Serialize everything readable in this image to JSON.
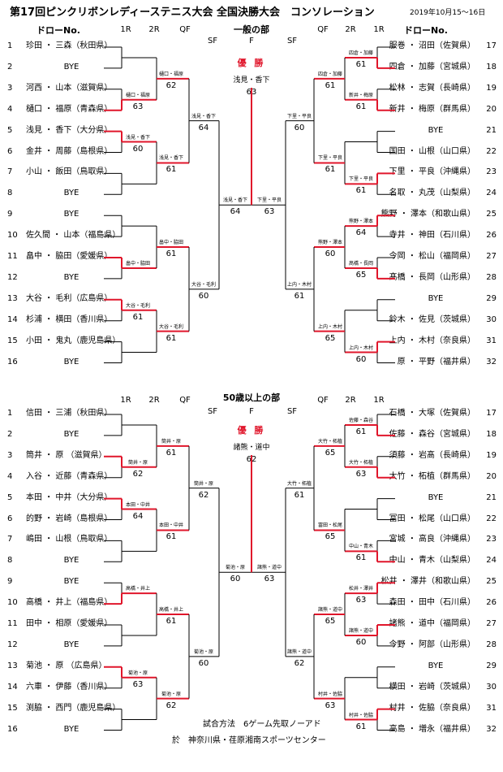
{
  "title": "第17回ピンクリボンレディーステニス大会 全国決勝大会　コンソレーション",
  "date": "2019年10月15～16日",
  "labels": {
    "draw_no": "ドローNo.",
    "r1": "1R",
    "r2": "2R",
    "qf": "QF",
    "sf": "SF",
    "f": "F",
    "winner": "優 勝"
  },
  "sections": [
    {
      "name": "一般の部",
      "champion": "浅見・香下",
      "champion_score": "63",
      "left": [
        {
          "no": "1",
          "name": "珍田 ・ 三森（秋田県）"
        },
        {
          "no": "2",
          "name": "BYE"
        },
        {
          "no": "3",
          "name": "河西 ・ 山本（滋賀県）"
        },
        {
          "no": "4",
          "name": "樋口 ・ 福原（青森県）"
        },
        {
          "no": "5",
          "name": "浅見 ・ 香下（大分県）"
        },
        {
          "no": "6",
          "name": "金井 ・ 周藤（島根県）"
        },
        {
          "no": "7",
          "name": "小山 ・ 飯田（鳥取県）"
        },
        {
          "no": "8",
          "name": "BYE"
        },
        {
          "no": "9",
          "name": "BYE"
        },
        {
          "no": "10",
          "name": "佐久間 ・ 山本（福島県）"
        },
        {
          "no": "11",
          "name": "畠中 ・ 脇田（愛媛県）"
        },
        {
          "no": "12",
          "name": "BYE"
        },
        {
          "no": "13",
          "name": "大谷 ・ 毛利（広島県）"
        },
        {
          "no": "14",
          "name": "杉浦 ・ 横田（香川県）"
        },
        {
          "no": "15",
          "name": "小田 ・ 鬼丸（鹿児島県）"
        },
        {
          "no": "16",
          "name": "BYE"
        }
      ],
      "right": [
        {
          "no": "17",
          "name": "服巻 ・ 沼田（佐賀県）"
        },
        {
          "no": "18",
          "name": "四倉 ・ 加藤（宮城県）"
        },
        {
          "no": "19",
          "name": "松林 ・ 志賀（長崎県）"
        },
        {
          "no": "20",
          "name": "新井 ・ 梅原（群馬県）"
        },
        {
          "no": "21",
          "name": "BYE"
        },
        {
          "no": "22",
          "name": "国田 ・ 山根（山口県）"
        },
        {
          "no": "23",
          "name": "下里 ・ 平良（沖縄県）"
        },
        {
          "no": "24",
          "name": "名取 ・ 丸茂（山梨県）"
        },
        {
          "no": "25",
          "name": "熊野 ・ 澤本（和歌山県）"
        },
        {
          "no": "26",
          "name": "寺井 ・ 神田（石川県）"
        },
        {
          "no": "27",
          "name": "今岡 ・ 松山（福岡県）"
        },
        {
          "no": "28",
          "name": "髙橋 ・ 長岡（山形県）"
        },
        {
          "no": "29",
          "name": "BYE"
        },
        {
          "no": "30",
          "name": "鈴木 ・ 佐見（茨城県）"
        },
        {
          "no": "31",
          "name": "上内 ・ 木村（奈良県）"
        },
        {
          "no": "32",
          "name": "原 ・ 平野（福井県）"
        }
      ],
      "results": {
        "L_r1": [
          {
            "w": "",
            "s": ""
          },
          {
            "w": "樋口・福原",
            "s": "63"
          },
          {
            "w": "浅見・香下",
            "s": "60"
          },
          {
            "w": "",
            "s": ""
          },
          {
            "w": "",
            "s": ""
          },
          {
            "w": "畠中・脇田",
            "s": ""
          },
          {
            "w": "大谷・毛利",
            "s": "61"
          },
          {
            "w": "",
            "s": ""
          }
        ],
        "L_r2": [
          {
            "w": "樋口・福原",
            "s": "62"
          },
          {
            "w": "浅見・香下",
            "s": "61"
          },
          {
            "w": "畠中・脇田",
            "s": "61"
          },
          {
            "w": "大谷・毛利",
            "s": "61"
          }
        ],
        "L_qf": [
          {
            "w": "浅見・香下",
            "s": "64"
          },
          {
            "w": "大谷・毛利",
            "s": "60"
          }
        ],
        "L_sf": {
          "w": "浅見・香下",
          "s": "64"
        },
        "R_r1": [
          {
            "w": "四倉・加藤",
            "s": "61"
          },
          {
            "w": "新井・梅原",
            "s": "61"
          },
          {
            "w": "",
            "s": ""
          },
          {
            "w": "下里・平良",
            "s": "61"
          },
          {
            "w": "熊野・澤本",
            "s": "64"
          },
          {
            "w": "髙橋・長岡",
            "s": "65"
          },
          {
            "w": "",
            "s": ""
          },
          {
            "w": "上内・木村",
            "s": "60"
          }
        ],
        "R_r2": [
          {
            "w": "四倉・加藤",
            "s": "61"
          },
          {
            "w": "下里・平良",
            "s": "61"
          },
          {
            "w": "熊野・澤本",
            "s": "60"
          },
          {
            "w": "上内・木村",
            "s": "65"
          }
        ],
        "R_qf": [
          {
            "w": "下里・平良",
            "s": "60"
          },
          {
            "w": "上内・木村",
            "s": "61"
          }
        ],
        "R_sf": {
          "w": "下里・平良",
          "s": "63"
        }
      }
    },
    {
      "name": "50歳以上の部",
      "champion": "諸熊・道中",
      "champion_score": "62",
      "left": [
        {
          "no": "1",
          "name": "信田 ・ 三浦（秋田県）"
        },
        {
          "no": "2",
          "name": "BYE"
        },
        {
          "no": "3",
          "name": "筒井 ・ 原 （滋賀県）"
        },
        {
          "no": "4",
          "name": "入谷 ・ 近藤（青森県）"
        },
        {
          "no": "5",
          "name": "本田 ・ 中井（大分県）"
        },
        {
          "no": "6",
          "name": "的野 ・ 岩崎（島根県）"
        },
        {
          "no": "7",
          "name": "嶋田 ・ 山根（鳥取県）"
        },
        {
          "no": "8",
          "name": "BYE"
        },
        {
          "no": "9",
          "name": "BYE"
        },
        {
          "no": "10",
          "name": "高橋 ・ 井上（福島県）"
        },
        {
          "no": "11",
          "name": "田中 ・ 相原（愛媛県）"
        },
        {
          "no": "12",
          "name": "BYE"
        },
        {
          "no": "13",
          "name": "菊池 ・ 原 （広島県）"
        },
        {
          "no": "14",
          "name": "六車 ・ 伊藤（香川県）"
        },
        {
          "no": "15",
          "name": "渕脇 ・ 西門（鹿児島県）"
        },
        {
          "no": "16",
          "name": "BYE"
        }
      ],
      "right": [
        {
          "no": "17",
          "name": "石橋 ・ 大塚（佐賀県）"
        },
        {
          "no": "18",
          "name": "佐藤 ・ 森谷（宮城県）"
        },
        {
          "no": "19",
          "name": "須藤 ・ 岩髙（長崎県）"
        },
        {
          "no": "20",
          "name": "大竹 ・ 柘植（群馬県）"
        },
        {
          "no": "21",
          "name": "BYE"
        },
        {
          "no": "22",
          "name": "冨田 ・ 松尾（山口県）"
        },
        {
          "no": "23",
          "name": "宮城 ・ 高良（沖縄県）"
        },
        {
          "no": "24",
          "name": "中山 ・ 青木（山梨県）"
        },
        {
          "no": "25",
          "name": "松井 ・ 澤井（和歌山県）"
        },
        {
          "no": "26",
          "name": "森田 ・ 田中（石川県）"
        },
        {
          "no": "27",
          "name": "諸熊 ・ 道中（福岡県）"
        },
        {
          "no": "28",
          "name": "今野 ・ 阿部（山形県）"
        },
        {
          "no": "29",
          "name": "BYE"
        },
        {
          "no": "30",
          "name": "横田 ・ 岩崎（茨城県）"
        },
        {
          "no": "31",
          "name": "村井 ・ 佐脇（奈良県）"
        },
        {
          "no": "32",
          "name": "高島 ・ 増永（福井県）"
        }
      ],
      "results": {
        "L_r1": [
          {
            "w": "",
            "s": ""
          },
          {
            "w": "筒井・原",
            "s": "62"
          },
          {
            "w": "本田・中井",
            "s": "64"
          },
          {
            "w": "",
            "s": ""
          },
          {
            "w": "高橋・井上",
            "s": ""
          },
          {
            "w": "",
            "s": ""
          },
          {
            "w": "菊池・原",
            "s": "63"
          },
          {
            "w": "",
            "s": ""
          }
        ],
        "L_r2": [
          {
            "w": "筒井・原",
            "s": "61"
          },
          {
            "w": "本田・中井",
            "s": "61"
          },
          {
            "w": "高橋・井上",
            "s": "61"
          },
          {
            "w": "菊池・原",
            "s": "62"
          }
        ],
        "L_qf": [
          {
            "w": "筒井・原",
            "s": "62"
          },
          {
            "w": "菊池・原",
            "s": "60"
          }
        ],
        "L_sf": {
          "w": "菊池・原",
          "s": "60"
        },
        "R_r1": [
          {
            "w": "佐藤・森谷",
            "s": "61"
          },
          {
            "w": "大竹・柘植",
            "s": "63"
          },
          {
            "w": "",
            "s": ""
          },
          {
            "w": "中山・青木",
            "s": "61"
          },
          {
            "w": "松井・澤井",
            "s": "63"
          },
          {
            "w": "諸熊・道中",
            "s": "60"
          },
          {
            "w": "",
            "s": ""
          },
          {
            "w": "村井・佐脇",
            "s": "61"
          }
        ],
        "R_r2": [
          {
            "w": "大竹・柘植",
            "s": "65"
          },
          {
            "w": "冨田・松尾",
            "s": "65"
          },
          {
            "w": "諸熊・道中",
            "s": "65"
          },
          {
            "w": "村井・佐脇",
            "s": "63"
          }
        ],
        "R_qf": [
          {
            "w": "大竹・柘植",
            "s": "61"
          },
          {
            "w": "諸熊・道中",
            "s": "62"
          }
        ],
        "R_sf": {
          "w": "諸熊・道中",
          "s": "63"
        }
      }
    }
  ],
  "footer": {
    "method": "試合方法　6ゲーム先取ノーアド",
    "venue": "於　神奈川県・荏原湘南スポーツセンター"
  },
  "colors": {
    "winner_line": "#e0162b",
    "line": "#000000"
  }
}
